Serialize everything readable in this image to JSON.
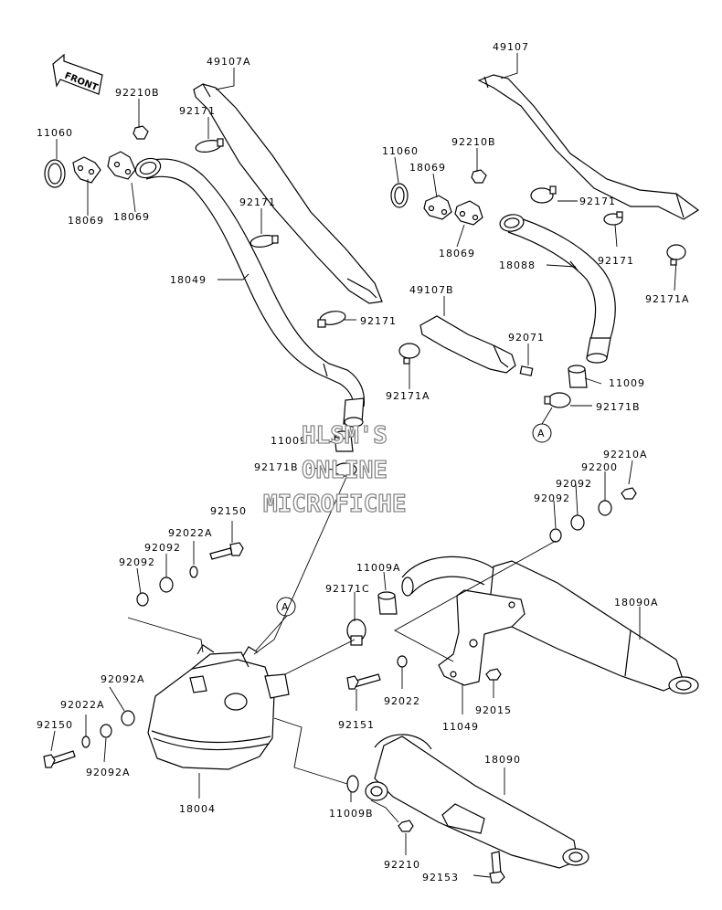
{
  "front_label": "FRONT",
  "ref_marker": "A",
  "watermark": {
    "line1": "HLSM'S",
    "line2": "ONLINE",
    "line3": "MICROFICHE"
  },
  "parts": [
    {
      "id": "p49107A",
      "text": "49107A"
    },
    {
      "id": "p49107",
      "text": "49107"
    },
    {
      "id": "p92210B_l",
      "text": "92210B"
    },
    {
      "id": "p92210B_r",
      "text": "92210B"
    },
    {
      "id": "p11060_l",
      "text": "11060"
    },
    {
      "id": "p11060_r",
      "text": "11060"
    },
    {
      "id": "p92171_a",
      "text": "92171"
    },
    {
      "id": "p92171_b",
      "text": "92171"
    },
    {
      "id": "p92171_c",
      "text": "92171"
    },
    {
      "id": "p92171_d",
      "text": "92171"
    },
    {
      "id": "p92171_e",
      "text": "92171"
    },
    {
      "id": "p18069_a",
      "text": "18069"
    },
    {
      "id": "p18069_b",
      "text": "18069"
    },
    {
      "id": "p18069_c",
      "text": "18069"
    },
    {
      "id": "p18069_d",
      "text": "18069"
    },
    {
      "id": "p18049",
      "text": "18049"
    },
    {
      "id": "p18088",
      "text": "18088"
    },
    {
      "id": "p92171A_r",
      "text": "92171A"
    },
    {
      "id": "p49107B",
      "text": "49107B"
    },
    {
      "id": "p92071",
      "text": "92071"
    },
    {
      "id": "p92171A_m",
      "text": "92171A"
    },
    {
      "id": "p11009_r",
      "text": "11009"
    },
    {
      "id": "p92171B_r",
      "text": "92171B"
    },
    {
      "id": "p11009_l",
      "text": "11009"
    },
    {
      "id": "p92171B_l",
      "text": "92171B"
    },
    {
      "id": "p92210A",
      "text": "92210A"
    },
    {
      "id": "p92200",
      "text": "92200"
    },
    {
      "id": "p92092_r1",
      "text": "92092"
    },
    {
      "id": "p92092_r2",
      "text": "92092"
    },
    {
      "id": "p92150_t",
      "text": "92150"
    },
    {
      "id": "p92022A_t",
      "text": "92022A"
    },
    {
      "id": "p92092_l1",
      "text": "92092"
    },
    {
      "id": "p92092_l2",
      "text": "92092"
    },
    {
      "id": "p11009A",
      "text": "11009A"
    },
    {
      "id": "p92171C",
      "text": "92171C"
    },
    {
      "id": "p18090A",
      "text": "18090A"
    },
    {
      "id": "p92092A_t",
      "text": "92092A"
    },
    {
      "id": "p92022A_b",
      "text": "92022A"
    },
    {
      "id": "p92150_b",
      "text": "92150"
    },
    {
      "id": "p92092A_b",
      "text": "92092A"
    },
    {
      "id": "p92022",
      "text": "92022"
    },
    {
      "id": "p92015",
      "text": "92015"
    },
    {
      "id": "p92151",
      "text": "92151"
    },
    {
      "id": "p11049",
      "text": "11049"
    },
    {
      "id": "p18090",
      "text": "18090"
    },
    {
      "id": "p18004",
      "text": "18004"
    },
    {
      "id": "p11009B",
      "text": "11009B"
    },
    {
      "id": "p92210",
      "text": "92210"
    },
    {
      "id": "p92153",
      "text": "92153"
    }
  ]
}
